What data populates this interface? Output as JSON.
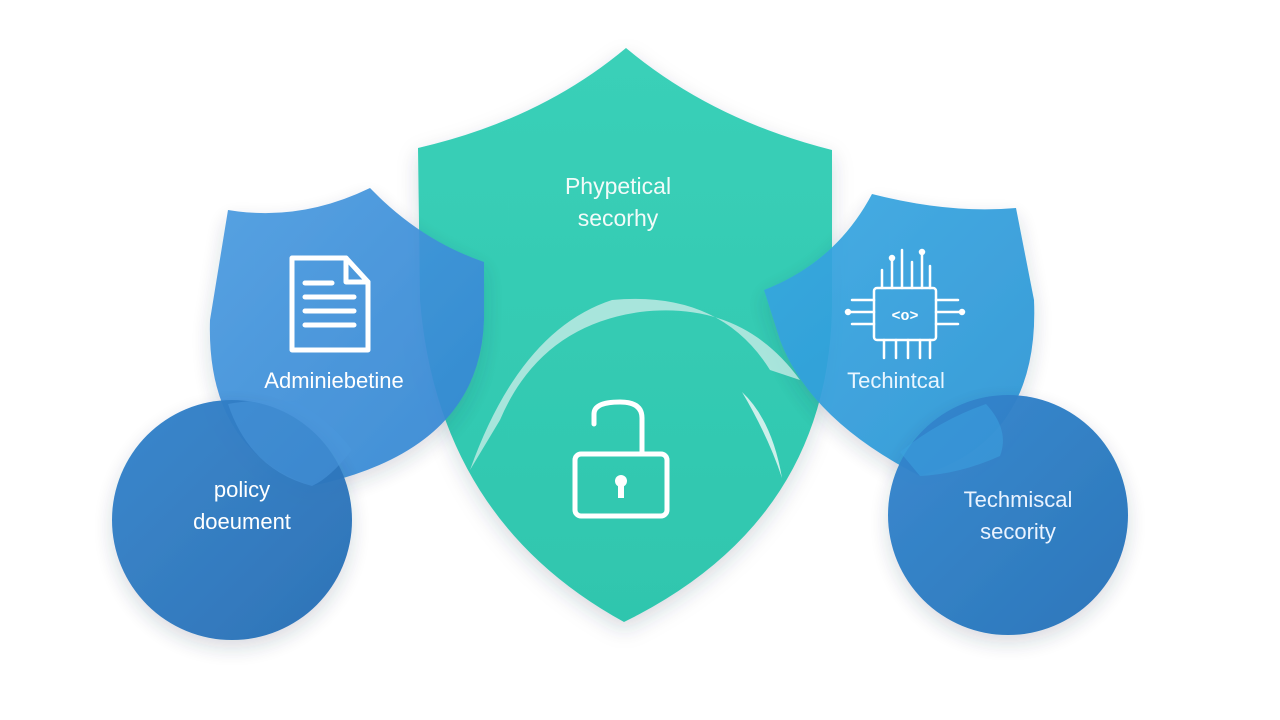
{
  "center_shield": {
    "line1": "Phypetical",
    "line2": "secorhy",
    "color": "#34cbb3",
    "icon": "padlock-open-icon"
  },
  "left_shield": {
    "label": "Adminiebetine",
    "color": "#3d8fd9",
    "icon": "document-icon"
  },
  "right_shield": {
    "label": "Techintcal",
    "color": "#2d9fd9",
    "icon": "circuit-chip-icon",
    "chip_text": "<o>"
  },
  "left_circle": {
    "line1": "policy",
    "line2": "doeument",
    "color": "#2f78bf"
  },
  "right_circle": {
    "line1": "Techmiscal",
    "line2": "secority",
    "color": "#2c7cc4"
  }
}
